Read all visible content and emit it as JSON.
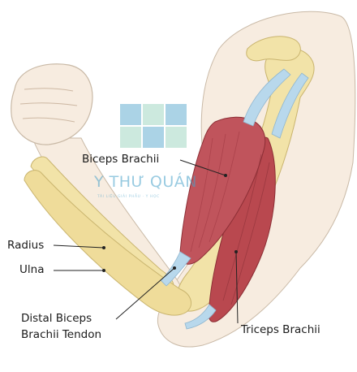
{
  "labels": {
    "biceps_brachii": "Biceps Brachii",
    "radius": "Radius",
    "ulna": "Ulna",
    "distal_tendon_line1": "Distal Biceps",
    "distal_tendon_line2": "Brachii Tendon",
    "triceps_brachii": "Triceps Brachii"
  },
  "watermark": {
    "title": "Y THƯ QUÁN",
    "subtitle": "TÀI LIỆU GIẢI PHẪU · Y HỌC",
    "color": "#46a0c8"
  },
  "colors": {
    "skin": "#f7ece0",
    "bone": "#f2e3a8",
    "muscle": "#c0545c",
    "tendon": "#b8d8ec",
    "leader_line": "#222222"
  }
}
